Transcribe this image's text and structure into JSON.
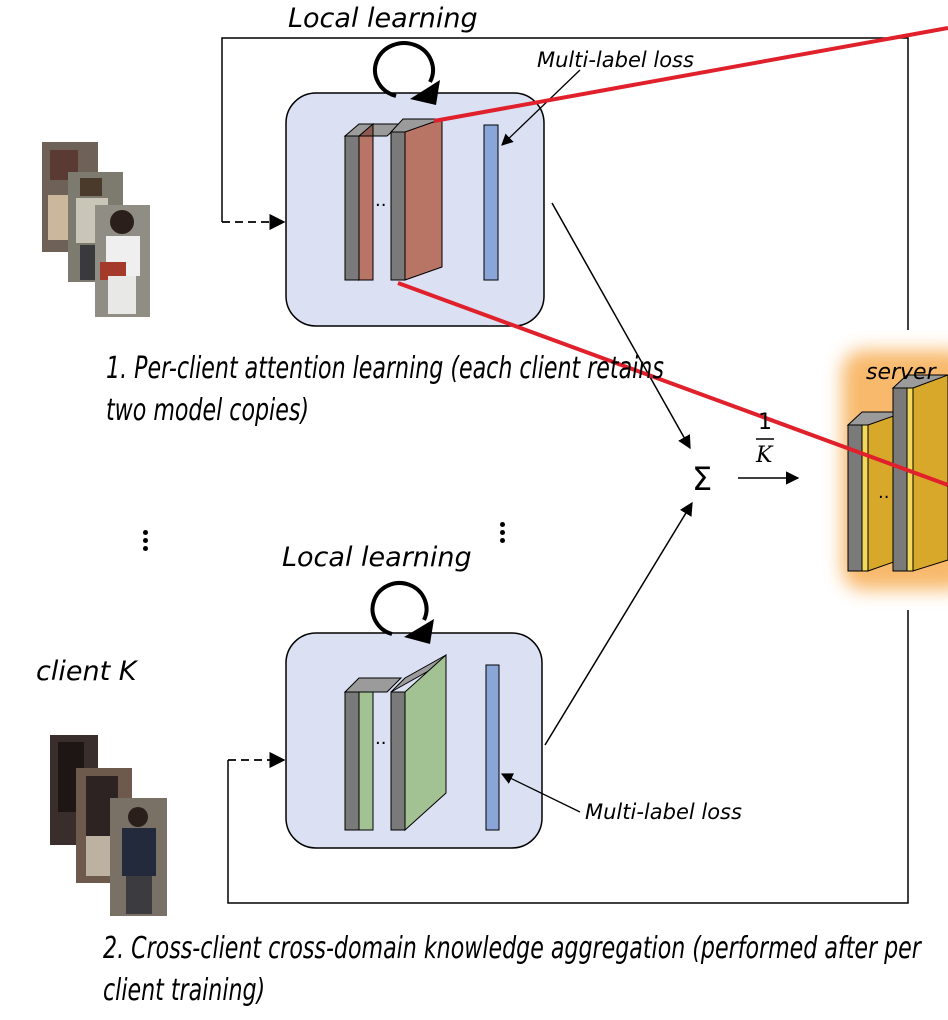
{
  "top_client": {
    "local_learning": "Local learning",
    "multi_label_loss": "Multi-label loss",
    "ellipsis": "..",
    "caption": "1. Per-client attention learning (each client retains two model copies)"
  },
  "bottom_client": {
    "local_learning": "Local learning",
    "multi_label_loss": "Multi-label loss",
    "client_label": "client K",
    "ellipsis": "..",
    "caption": "2. Cross-client cross-domain knowledge aggregation (performed after per client training)"
  },
  "aggregation": {
    "sum_symbol": "Σ",
    "fraction_numerator": "1",
    "fraction_denominator": "K"
  },
  "server": {
    "label": "server",
    "ellipsis": ".."
  },
  "colors": {
    "client_box": "#dbe0f2",
    "top_model_layer": "#b87566",
    "bottom_model_layer": "#a3c293",
    "server_model_layer": "#d8a82a",
    "server_glow": "#f6a23a",
    "gray_layer": "#7a7a7a",
    "loss_bar": "#8aa6d8",
    "highlight_line": "#e0202a"
  }
}
